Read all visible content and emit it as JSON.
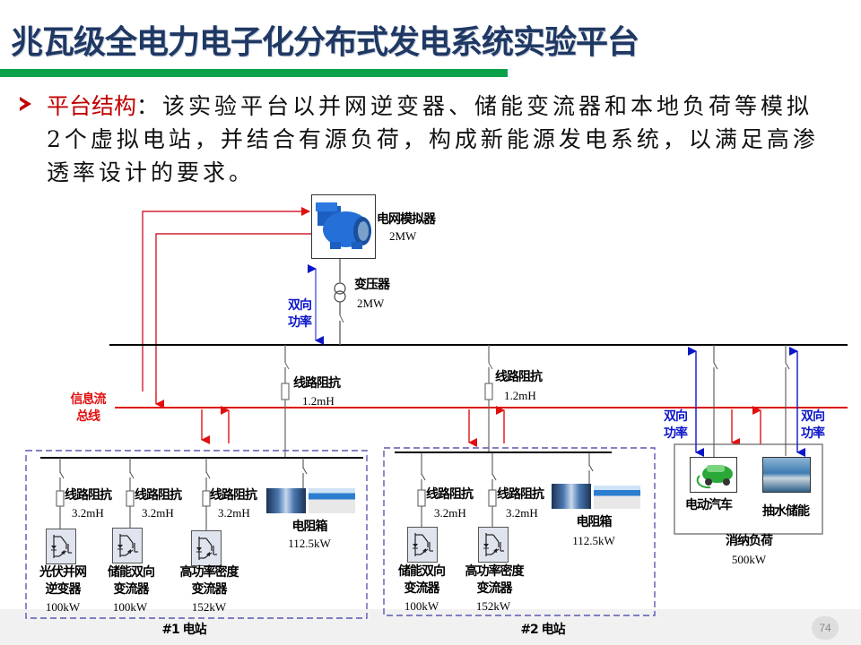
{
  "slide": {
    "title": "兆瓦级全电力电子化分布式发电系统实验平台",
    "page_number": "74",
    "colors": {
      "title": "#1f3864",
      "title_bar": "#0aa14a",
      "keyword": "#c00000",
      "info_bus": "#e01010",
      "power_arrow": "#0b16c8",
      "station_border": "#5a58b0"
    }
  },
  "bullet": {
    "keyword": "平台结构",
    "text": "：该实验平台以并网逆变器、储能变流器和本地负荷等模拟2个虚拟电站，并结合有源负荷，构成新能源发电系统，以满足高渗透率设计的要求。"
  },
  "diagram": {
    "grid_simulator": {
      "name": "电网模拟器",
      "rating": "2MW",
      "icon": "generator-icon"
    },
    "transformer": {
      "name": "变压器",
      "rating": "2MW",
      "icon": "transformer-icon"
    },
    "bidirectional_power": "双向\n功率",
    "bidirectional_power_lines": [
      "双向",
      "功率"
    ],
    "info_bus": {
      "lines": [
        "信息流",
        "总线"
      ]
    },
    "feeders": [
      {
        "name": "线路阻抗",
        "value": "1.2mH"
      },
      {
        "name": "线路阻抗",
        "value": "1.2mH"
      }
    ],
    "station1": {
      "label": "#1 电站",
      "branches": [
        {
          "impedance_name": "线路阻抗",
          "impedance_value": "3.2mH",
          "device_lines": [
            "光伏并网",
            "逆变器"
          ],
          "rating": "100kW",
          "icon": "igbt-converter-icon"
        },
        {
          "impedance_name": "线路阻抗",
          "impedance_value": "3.2mH",
          "device_lines": [
            "储能双向",
            "变流器"
          ],
          "rating": "100kW",
          "icon": "igbt-converter-icon"
        },
        {
          "impedance_name": "线路阻抗",
          "impedance_value": "3.2mH",
          "device_lines": [
            "高功率密度",
            "变流器"
          ],
          "rating": "152kW",
          "icon": "igbt-converter-icon"
        }
      ],
      "load": {
        "name": "电阻箱",
        "rating": "112.5kW"
      }
    },
    "station2": {
      "label": "#2 电站",
      "branches": [
        {
          "impedance_name": "线路阻抗",
          "impedance_value": "3.2mH",
          "device_lines": [
            "储能双向",
            "变流器"
          ],
          "rating": "100kW",
          "icon": "igbt-converter-icon"
        },
        {
          "impedance_name": "线路阻抗",
          "impedance_value": "3.2mH",
          "device_lines": [
            "高功率密度",
            "变流器"
          ],
          "rating": "152kW",
          "icon": "igbt-converter-icon"
        }
      ],
      "load": {
        "name": "电阻箱",
        "rating": "112.5kW"
      }
    },
    "active_load": {
      "name": "消纳负荷",
      "rating": "500kW",
      "items": [
        {
          "name": "电动汽车",
          "icon": "electric-car-icon"
        },
        {
          "name": "抽水储能",
          "icon": "pumped-storage-icon"
        }
      ]
    }
  }
}
